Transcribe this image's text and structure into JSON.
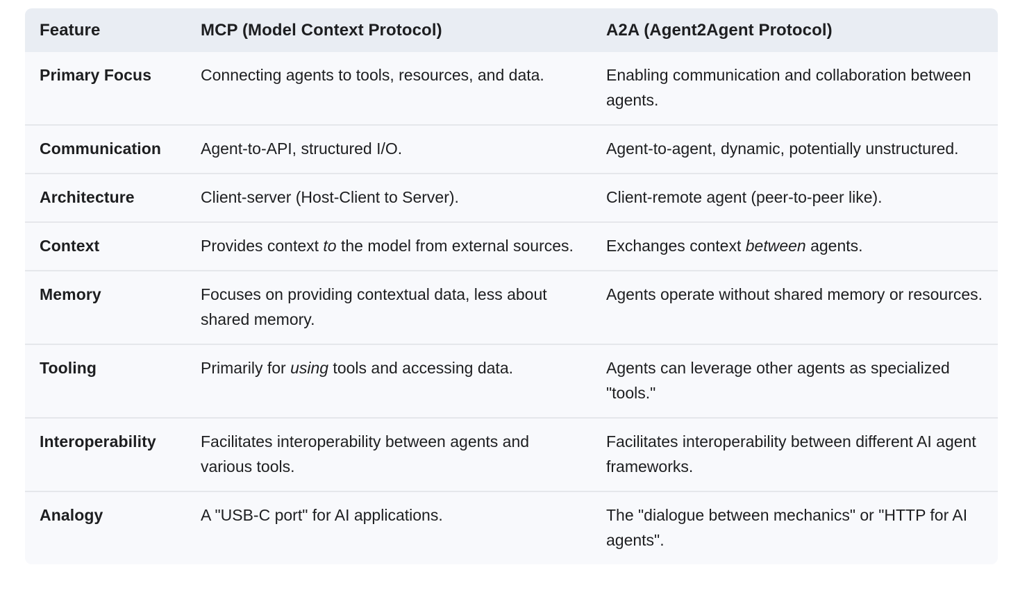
{
  "colors": {
    "header_bg": "#e9edf3",
    "body_bg": "#f8f9fc",
    "divider": "#e5e7eb",
    "text": "#1d1e20"
  },
  "table": {
    "headers": [
      {
        "label": "Feature"
      },
      {
        "label": "MCP (Model Context Protocol)"
      },
      {
        "label": "A2A (Agent2Agent Protocol)"
      }
    ],
    "rows": [
      {
        "feature": "Primary Focus",
        "mcp": [
          {
            "text": "Connecting agents to tools, resources, and data."
          }
        ],
        "a2a": [
          {
            "text": "Enabling communication and collaboration between agents."
          }
        ]
      },
      {
        "feature": "Communication",
        "mcp": [
          {
            "text": "Agent-to-API, structured I/O."
          }
        ],
        "a2a": [
          {
            "text": "Agent-to-agent, dynamic, potentially unstructured."
          }
        ]
      },
      {
        "feature": "Architecture",
        "mcp": [
          {
            "text": "Client-server (Host-Client to Server)."
          }
        ],
        "a2a": [
          {
            "text": "Client-remote agent (peer-to-peer like)."
          }
        ]
      },
      {
        "feature": "Context",
        "mcp": [
          {
            "text": "Provides context "
          },
          {
            "text": "to",
            "italic": true
          },
          {
            "text": " the model from external sources."
          }
        ],
        "a2a": [
          {
            "text": "Exchanges context "
          },
          {
            "text": "between",
            "italic": true
          },
          {
            "text": " agents."
          }
        ]
      },
      {
        "feature": "Memory",
        "mcp": [
          {
            "text": "Focuses on providing contextual data, less about shared memory."
          }
        ],
        "a2a": [
          {
            "text": "Agents operate without shared memory or resources."
          }
        ]
      },
      {
        "feature": "Tooling",
        "mcp": [
          {
            "text": "Primarily for "
          },
          {
            "text": "using",
            "italic": true
          },
          {
            "text": " tools and accessing data."
          }
        ],
        "a2a": [
          {
            "text": "Agents can leverage other agents as specialized \"tools.\""
          }
        ]
      },
      {
        "feature": "Interoperability",
        "mcp": [
          {
            "text": "Facilitates interoperability between agents and various tools."
          }
        ],
        "a2a": [
          {
            "text": "Facilitates interoperability between different AI agent frameworks."
          }
        ]
      },
      {
        "feature": "Analogy",
        "mcp": [
          {
            "text": "A \"USB-C port\" for AI applications."
          }
        ],
        "a2a": [
          {
            "text": "The \"dialogue between mechanics\" or \"HTTP for AI agents\"."
          }
        ]
      }
    ]
  }
}
